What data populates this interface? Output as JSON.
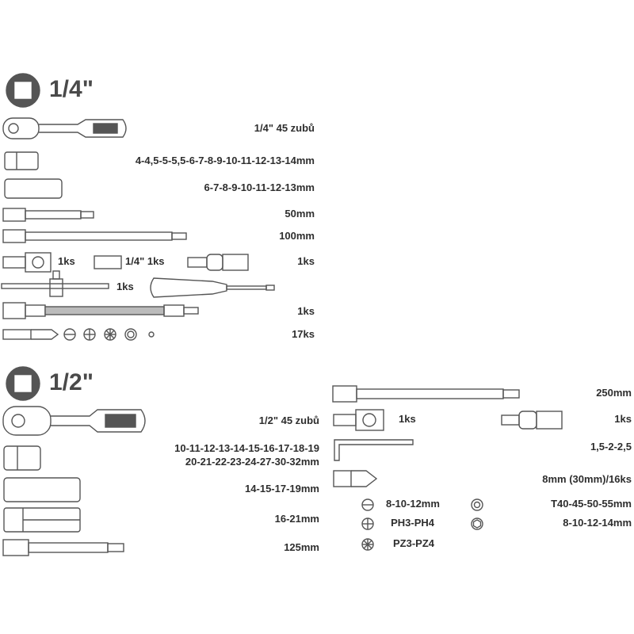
{
  "section_quarter": {
    "title": "1/4\"",
    "ratchet": "1/4\"  45 zubů",
    "short_sockets": "4-4,5-5-5,5-6-7-8-9-10-11-12-13-14mm",
    "deep_sockets": "6-7-8-9-10-11-12-13mm",
    "ext_50": "50mm",
    "ext_100": "100mm",
    "adapter_qty": "1ks",
    "bit_holder_qty": "1/4\" 1ks",
    "ujoint_qty": "1ks",
    "tbar_qty": "1ks",
    "flex_qty": "1ks",
    "bits_qty": "17ks"
  },
  "section_half": {
    "title": "1/2\"",
    "ratchet": "1/2\"  45 zubů",
    "sockets_line1": "10-11-12-13-14-15-16-17-18-19",
    "sockets_line2": "20-21-22-23-24-27-30-32mm",
    "deep_sockets": "14-15-17-19mm",
    "spark_sockets": "16-21mm",
    "ext_125": "125mm",
    "ext_250": "250mm",
    "adapter_qty": "1ks",
    "ujoint_qty": "1ks",
    "hex_keys": "1,5-2-2,5",
    "bits": "8mm (30mm)/16ks",
    "slotted": "8-10-12mm",
    "phillips": "PH3-PH4",
    "pozidriv": "PZ3-PZ4",
    "torx": "T40-45-50-55mm",
    "hex": "8-10-12-14mm"
  }
}
